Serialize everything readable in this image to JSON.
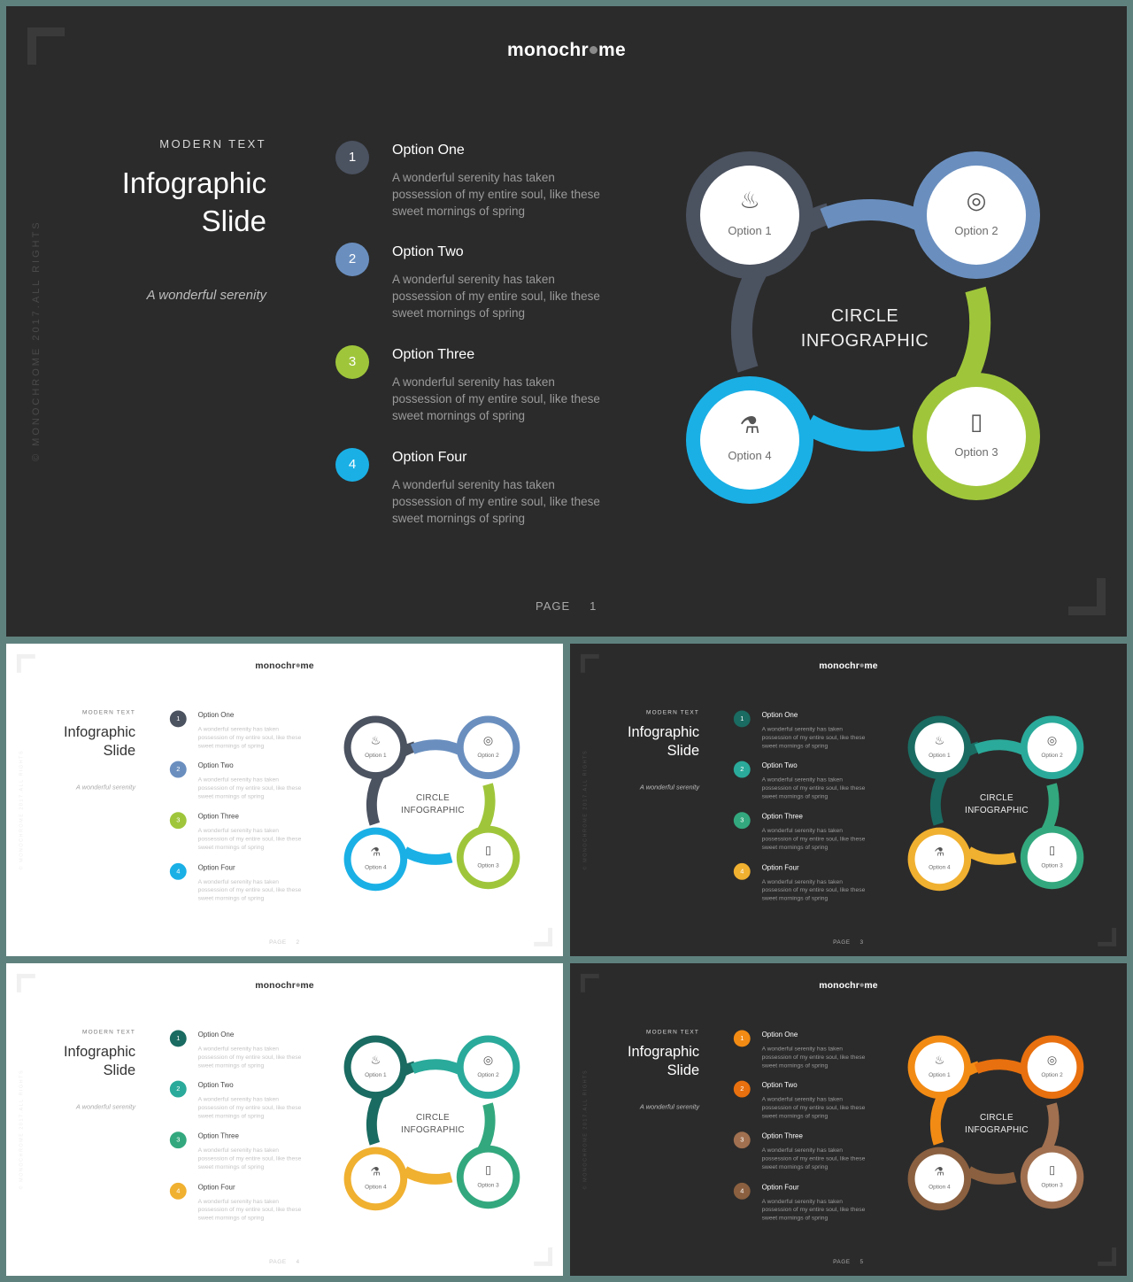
{
  "brand": {
    "before": "monochr",
    "after": "me"
  },
  "vertical_text": "© MONOCHROME 2017.ALL RIGHTS",
  "kicker": "MODERN TEXT",
  "title_line1": "Infographic",
  "title_line2": "Slide",
  "subtitle": "A wonderful serenity",
  "center_line1": "CIRCLE",
  "center_line2": "INFOGRAPHIC",
  "page_label": "PAGE",
  "options": [
    {
      "num": "1",
      "title": "Option One",
      "desc": "A wonderful serenity has taken possession of my entire soul, like these sweet mornings of spring"
    },
    {
      "num": "2",
      "title": "Option Two",
      "desc": "A wonderful serenity has taken possession of my entire soul, like these sweet mornings of spring"
    },
    {
      "num": "3",
      "title": "Option Three",
      "desc": "A wonderful serenity has taken possession of my entire soul, like these sweet mornings of spring"
    },
    {
      "num": "4",
      "title": "Option Four",
      "desc": "A wonderful serenity has taken possession of my entire soul, like these sweet mornings of spring"
    }
  ],
  "nodes": [
    {
      "label": "Option 1",
      "icon": "flame-icon",
      "glyph": "♨"
    },
    {
      "label": "Option 2",
      "icon": "disc-icon",
      "glyph": "◎"
    },
    {
      "label": "Option 3",
      "icon": "phone-icon",
      "glyph": "▯"
    },
    {
      "label": "Option 4",
      "icon": "flask-icon",
      "glyph": "⚗"
    }
  ],
  "slides": [
    {
      "theme": "dark",
      "page": "1",
      "colors": [
        "#4b5260",
        "#6a8fbf",
        "#9fc63b",
        "#1ab0e6"
      ]
    },
    {
      "theme": "light",
      "page": "2",
      "colors": [
        "#4b5260",
        "#6a8fbf",
        "#9fc63b",
        "#1ab0e6"
      ]
    },
    {
      "theme": "dark",
      "page": "3",
      "colors": [
        "#1a6b61",
        "#2aaa9a",
        "#33a87e",
        "#f0b030"
      ]
    },
    {
      "theme": "light",
      "page": "4",
      "colors": [
        "#1a6b61",
        "#2aaa9a",
        "#33a87e",
        "#f0b030"
      ]
    },
    {
      "theme": "dark",
      "page": "5",
      "colors": [
        "#f28b14",
        "#e8700e",
        "#a07050",
        "#8a6040"
      ]
    }
  ]
}
